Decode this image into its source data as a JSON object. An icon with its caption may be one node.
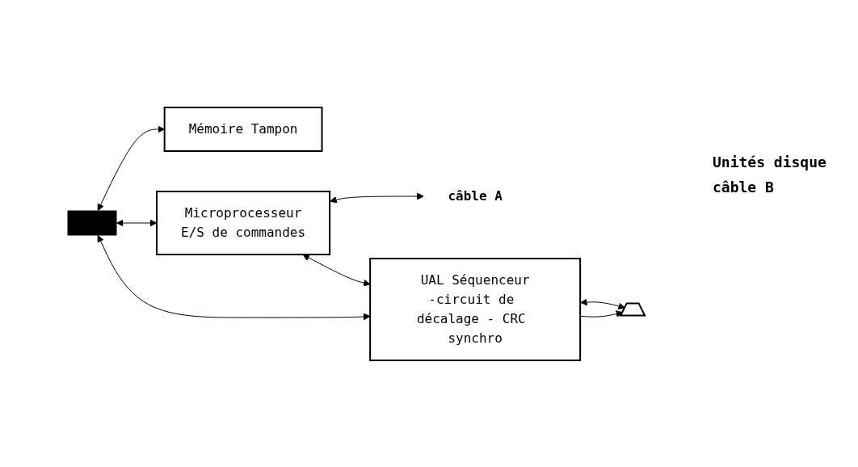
{
  "diagram": {
    "nodes": [
      {
        "text": [],
        "shape": "bar"
      },
      {
        "text": [
          "Mémoire Tampon"
        ]
      },
      {
        "text": [
          "Microprocesseur",
          "E/S de commandes"
        ]
      },
      {
        "text": [
          "câble A"
        ]
      },
      {
        "text": [
          "UAL Séquenceur",
          "-circuit de décalage - CRC synchro"
        ]
      },
      {
        "text": [],
        "shape": "trapezoid"
      }
    ],
    "edges": [
      {
        "from": 0,
        "to": 1,
        "arrow": "both"
      },
      {
        "from": 0,
        "to": 2,
        "arrow": "both"
      },
      {
        "from": 2,
        "to": 4,
        "arrow": "both"
      },
      {
        "from": 0,
        "to": 4,
        "arrow": "both"
      },
      {
        "from": 2,
        "to": 3,
        "arrow": "both"
      },
      {
        "from": 4,
        "to": 5,
        "arrow": "both"
      },
      {
        "from": 4,
        "to": 5,
        "arrow": "to"
      }
    ],
    "labels": [
      "Unités disque",
      "câble B"
    ]
  }
}
